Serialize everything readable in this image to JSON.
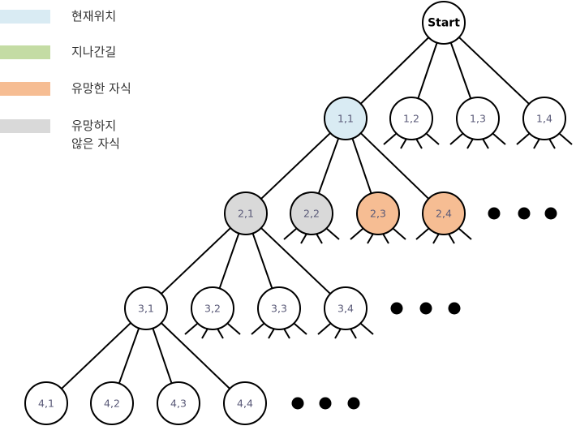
{
  "legend": [
    {
      "color": "#d9ebf3",
      "lines": [
        "현재위치"
      ]
    },
    {
      "color": "#c4dca4",
      "lines": [
        "지나간길"
      ]
    },
    {
      "color": "#f6bd93",
      "lines": [
        "유망한 자식"
      ]
    },
    {
      "color": "#d9d9d9",
      "lines": [
        "유망하지",
        "않은 자식"
      ]
    }
  ],
  "tree": {
    "root": {
      "label": "Start",
      "fill": "#ffffff"
    },
    "levels": [
      [
        {
          "label": "1,1",
          "fill": "#d9ebf3"
        },
        {
          "label": "1,2",
          "fill": "#ffffff"
        },
        {
          "label": "1,3",
          "fill": "#ffffff"
        },
        {
          "label": "1,4",
          "fill": "#ffffff"
        }
      ],
      [
        {
          "label": "2,1",
          "fill": "#d9d9d9"
        },
        {
          "label": "2,2",
          "fill": "#d9d9d9"
        },
        {
          "label": "2,3",
          "fill": "#f6bd93"
        },
        {
          "label": "2,4",
          "fill": "#f6bd93"
        }
      ],
      [
        {
          "label": "3,1",
          "fill": "#ffffff"
        },
        {
          "label": "3,2",
          "fill": "#ffffff"
        },
        {
          "label": "3,3",
          "fill": "#ffffff"
        },
        {
          "label": "3,4",
          "fill": "#ffffff"
        }
      ],
      [
        {
          "label": "4,1",
          "fill": "#ffffff"
        },
        {
          "label": "4,2",
          "fill": "#ffffff"
        },
        {
          "label": "4,3",
          "fill": "#ffffff"
        },
        {
          "label": "4,4",
          "fill": "#ffffff"
        }
      ]
    ]
  }
}
